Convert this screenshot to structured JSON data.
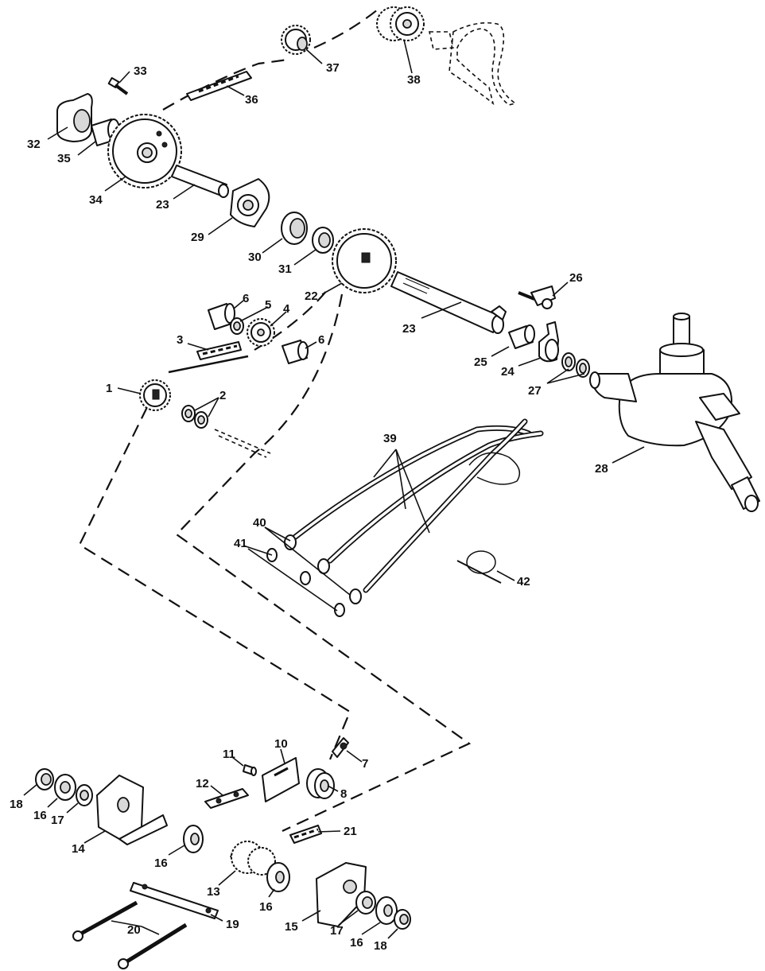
{
  "labels": {
    "p1": "1",
    "p2": "2",
    "p3": "3",
    "p4": "4",
    "p5": "5",
    "p6a": "6",
    "p6b": "6",
    "p7": "7",
    "p8": "8",
    "p10": "10",
    "p11": "11",
    "p12": "12",
    "p13": "13",
    "p14": "14",
    "p15": "15",
    "p16a": "16",
    "p16b": "16",
    "p16c": "16",
    "p16d": "16",
    "p17a": "17",
    "p17b": "17",
    "p18a": "18",
    "p18b": "18",
    "p19": "19",
    "p20": "20",
    "p21": "21",
    "p22": "22",
    "p23a": "23",
    "p23b": "23",
    "p24": "24",
    "p25": "25",
    "p26": "26",
    "p27": "27",
    "p28": "28",
    "p29": "29",
    "p30": "30",
    "p31": "31",
    "p32": "32",
    "p33": "33",
    "p34": "34",
    "p35": "35",
    "p36": "36",
    "p37": "37",
    "p38": "38",
    "p39": "39",
    "p40": "40",
    "p41": "41",
    "p42": "42"
  },
  "colors": {
    "ink": "#111111",
    "paper": "#ffffff"
  }
}
